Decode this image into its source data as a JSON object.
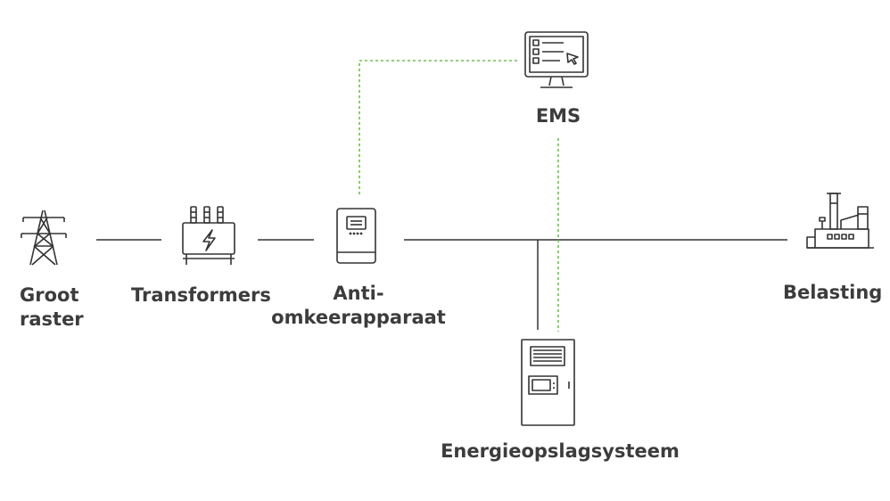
{
  "diagram": {
    "nodes": {
      "grid": {
        "label_line1": "Groot",
        "label_line2": "raster",
        "icon": "power-tower-icon"
      },
      "transformer": {
        "label": "Transformers",
        "icon": "transformer-icon"
      },
      "anti_reverse": {
        "label_line1": "Anti-",
        "label_line2": "omkeerapparaat",
        "icon": "anti-reverse-meter-icon"
      },
      "ems": {
        "label": "EMS",
        "icon": "monitor-icon"
      },
      "load": {
        "label": "Belasting",
        "icon": "factory-icon"
      },
      "storage": {
        "label": "Energieopslagsysteem",
        "icon": "storage-cabinet-icon"
      }
    },
    "colors": {
      "power_line": "#333333",
      "communication_line": "#6cc24a",
      "icon_stroke": "#333333",
      "text": "#3c3c3c"
    }
  }
}
